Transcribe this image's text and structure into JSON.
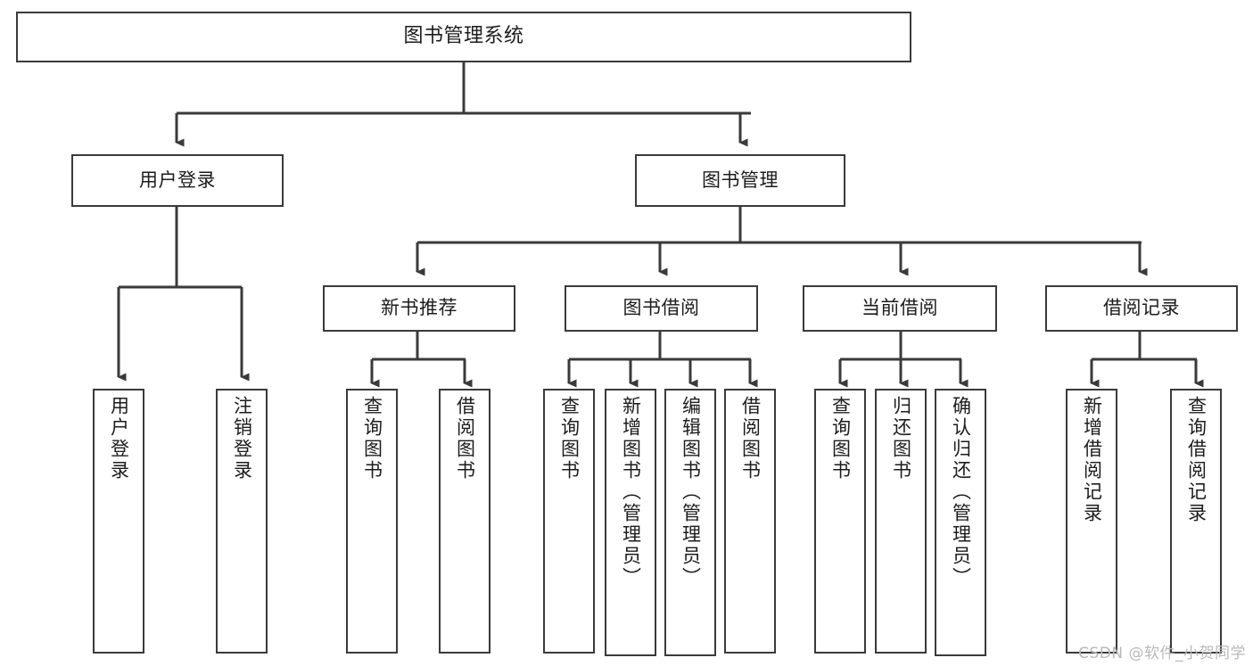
{
  "diagram": {
    "title": "图书管理系统",
    "type": "tree",
    "colors": {
      "box_border": "#3a3a3a",
      "box_fill": "#ffffff",
      "connector": "#3a3a3a",
      "text": "#1c1c1c",
      "watermark": "#b9b9b9",
      "background": "#ffffff"
    },
    "root": {
      "label": "图书管理系统"
    },
    "level2": [
      {
        "label": "用户登录"
      },
      {
        "label": "图书管理"
      }
    ],
    "level3": [
      {
        "label": "新书推荐"
      },
      {
        "label": "图书借阅"
      },
      {
        "label": "当前借阅"
      },
      {
        "label": "借阅记录"
      }
    ],
    "leaves": {
      "user_login": [
        {
          "label": "用户登录"
        },
        {
          "label": "注销登录"
        }
      ],
      "new_book_recommend": [
        {
          "label": "查询图书"
        },
        {
          "label": "借阅图书"
        }
      ],
      "book_borrow": [
        {
          "label": "查询图书"
        },
        {
          "label": "新增图书（管理员）"
        },
        {
          "label": "编辑图书（管理员）"
        },
        {
          "label": "借阅图书"
        }
      ],
      "current_borrow": [
        {
          "label": "查询图书"
        },
        {
          "label": "归还图书"
        },
        {
          "label": "确认归还（管理员）"
        }
      ],
      "borrow_record": [
        {
          "label": "新增借阅记录"
        },
        {
          "label": "查询借阅记录"
        }
      ]
    }
  },
  "watermark": {
    "text": "CSDN @软件_小贺同学"
  }
}
